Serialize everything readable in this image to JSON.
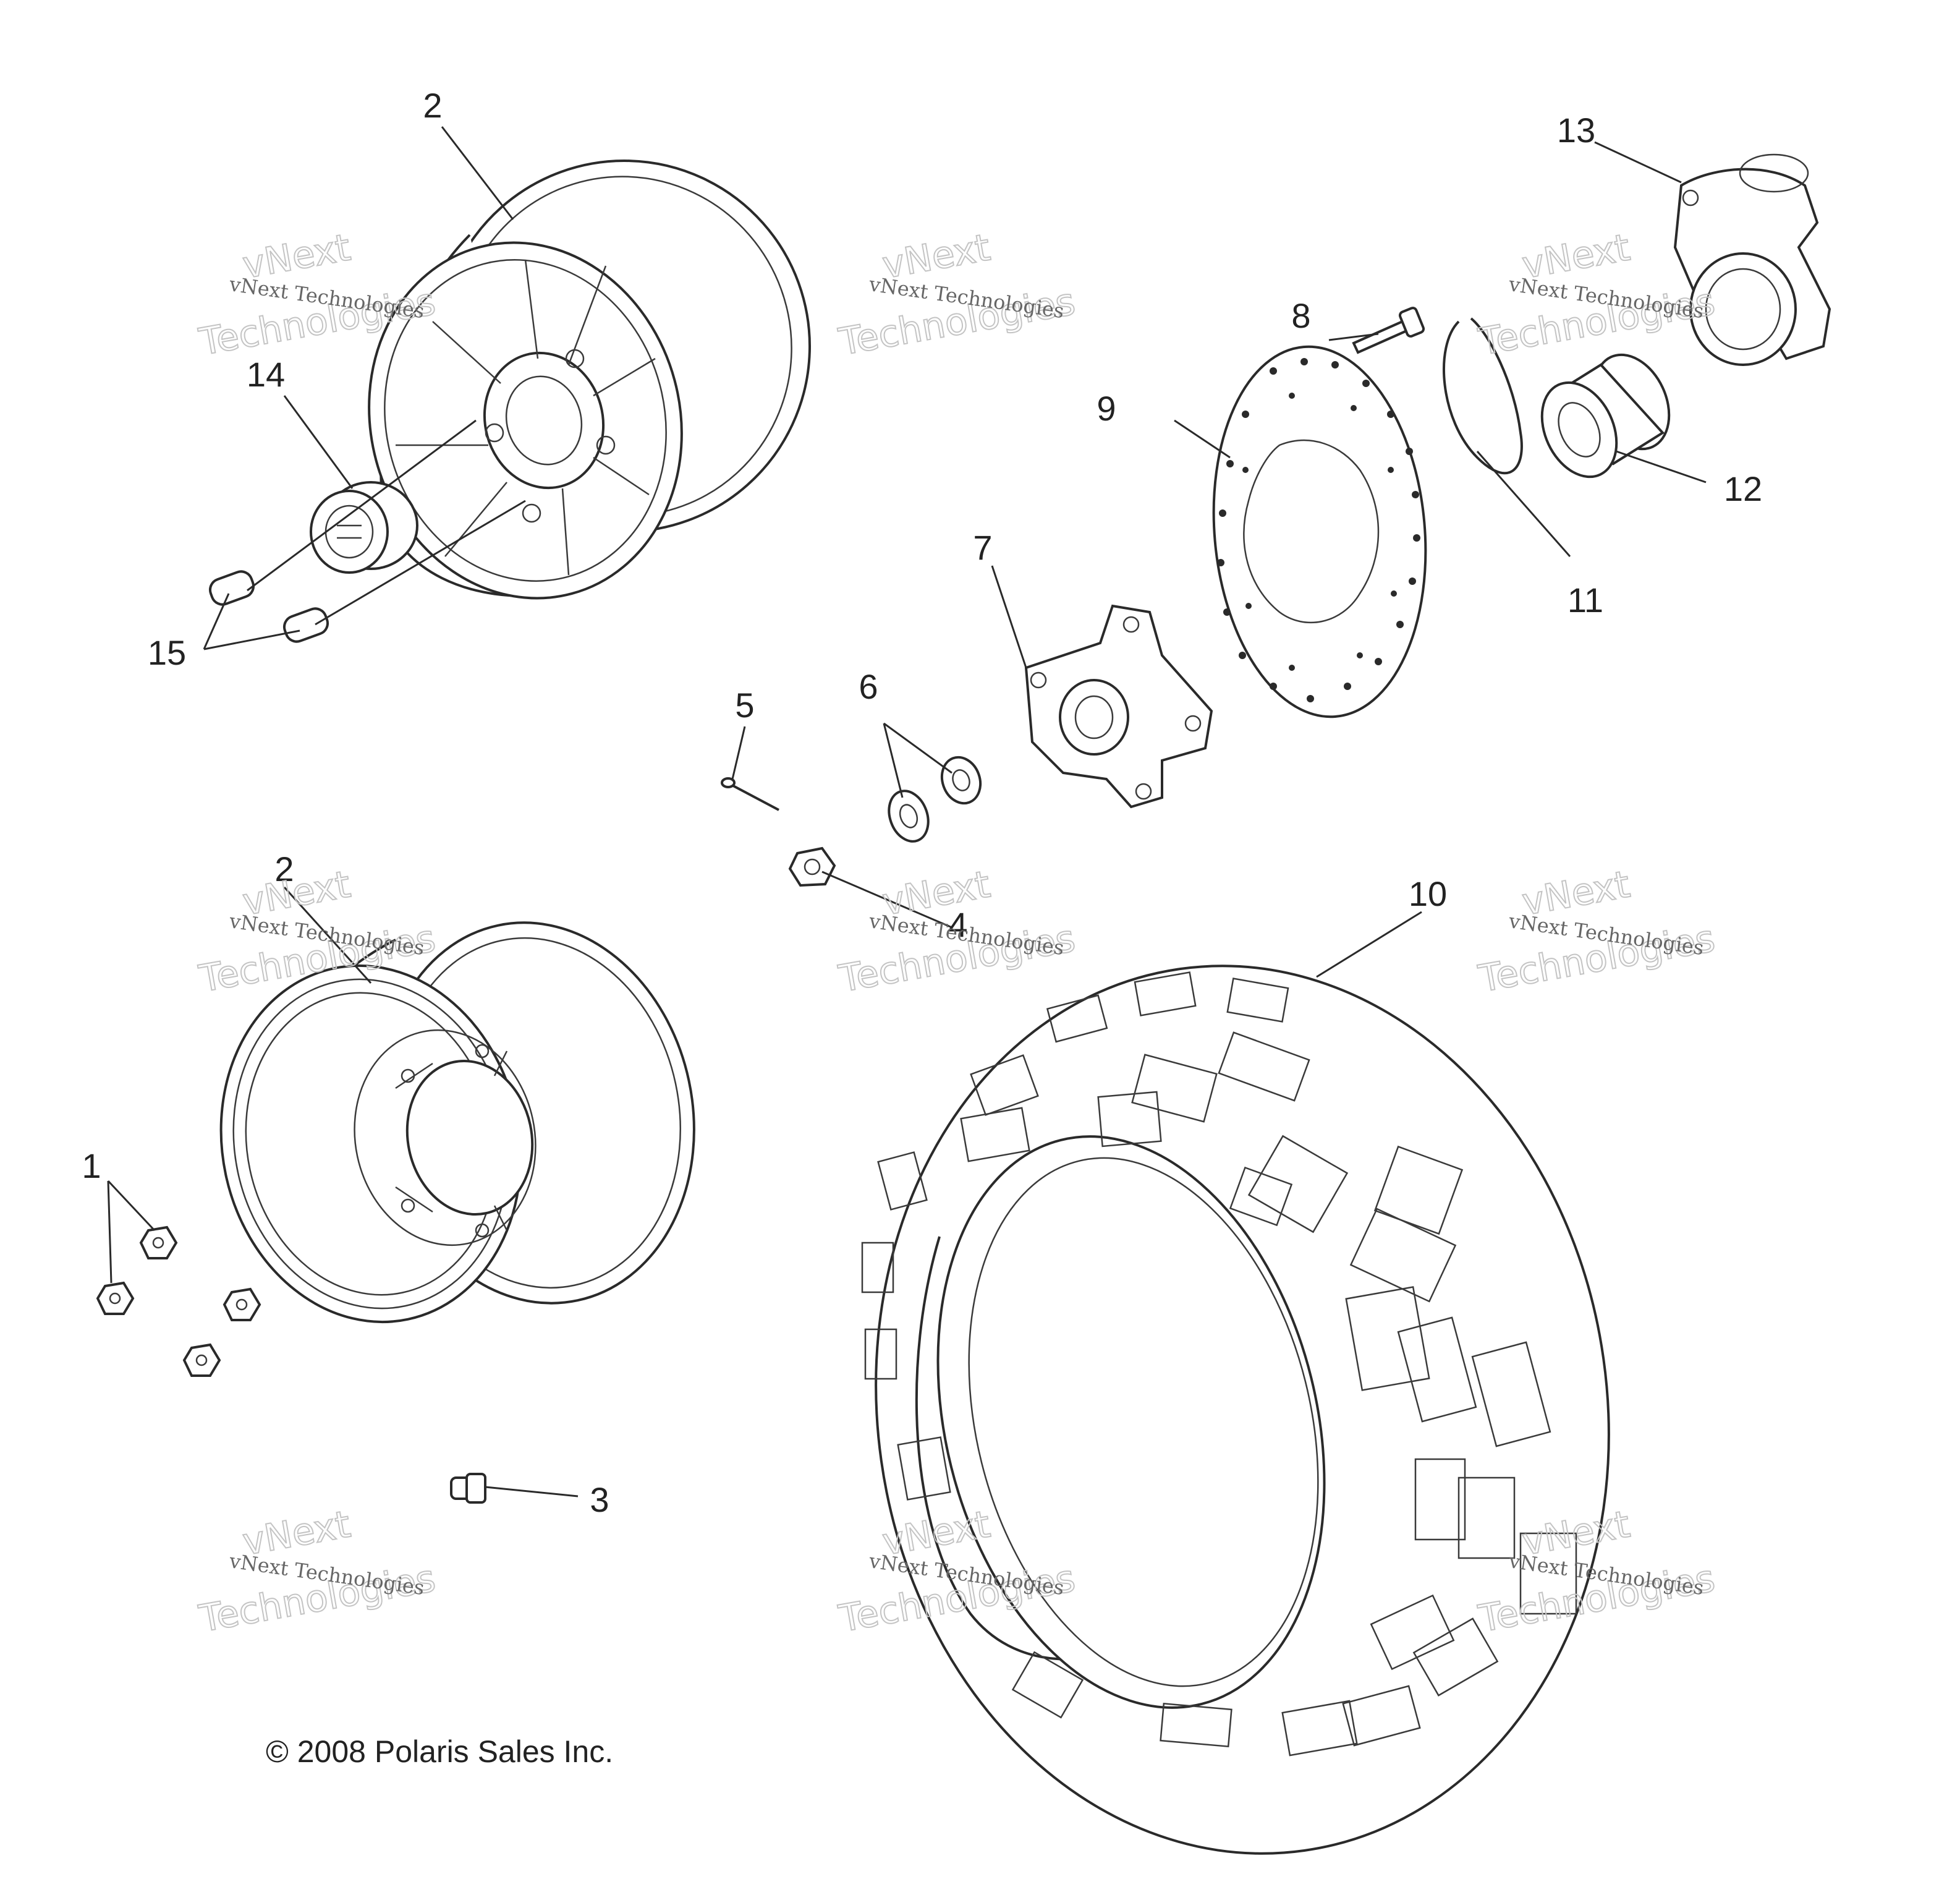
{
  "watermark": {
    "line1": "vNext Technologies",
    "line2": "vNext",
    "line3": "Technologies"
  },
  "callouts": [
    "1",
    "2",
    "2",
    "3",
    "4",
    "5",
    "6",
    "7",
    "8",
    "9",
    "10",
    "11",
    "12",
    "13",
    "14",
    "15"
  ],
  "copyright": "© 2008 Polaris Sales Inc."
}
